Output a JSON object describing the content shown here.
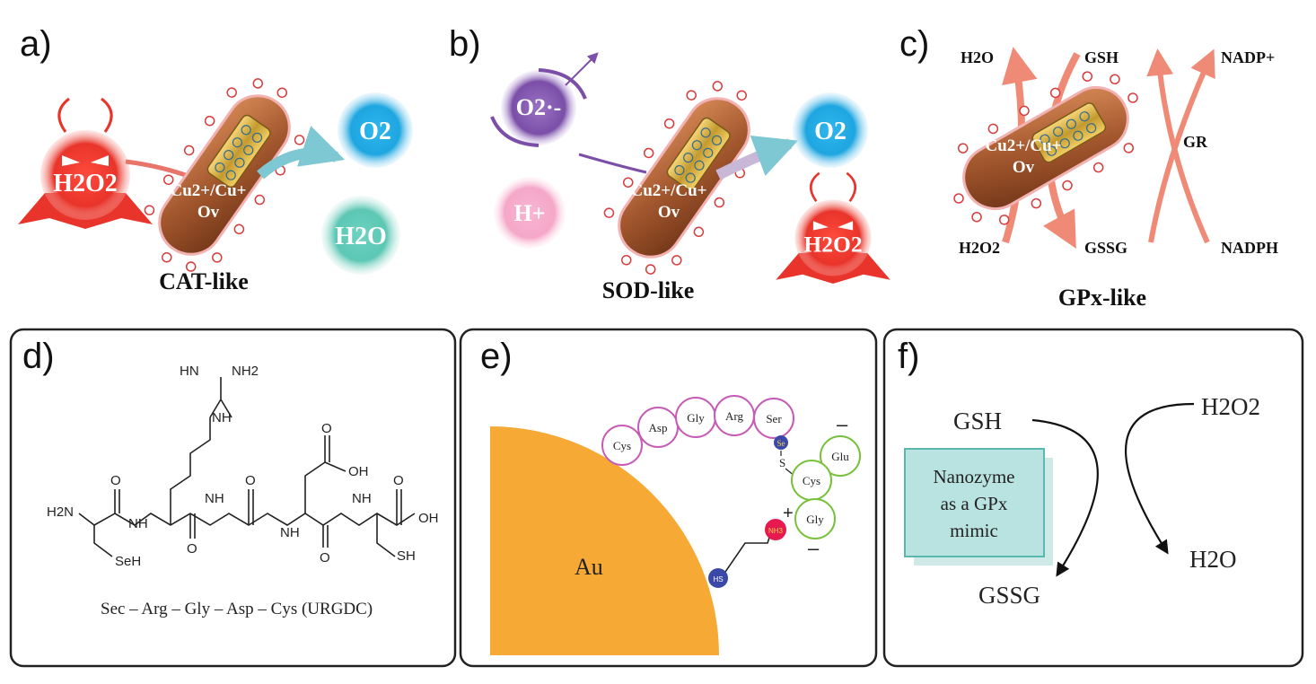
{
  "panels": {
    "a": {
      "label": "a)",
      "title": "CAT-like",
      "reactant": "H2O2",
      "center_line1": "Cu2+/Cu+",
      "center_line2": "Ov",
      "product1": "O2",
      "product2": "H2O"
    },
    "b": {
      "label": "b)",
      "title": "SOD-like",
      "radical": "O2·-",
      "proton": "H+",
      "center_line1": "Cu2+/Cu+",
      "center_line2": "Ov",
      "product1": "O2",
      "product2": "H2O2"
    },
    "c": {
      "label": "c)",
      "title": "GPx-like",
      "top_left": "H2O",
      "top_mid": "GSH",
      "top_right": "NADP+",
      "bot_left": "H2O2",
      "bot_mid": "GSSG",
      "bot_right": "NADPH",
      "enzyme": "GR",
      "center_line1": "Cu2+/Cu+",
      "center_line2": "Ov"
    },
    "d": {
      "label": "d)",
      "caption": "Sec – Arg – Gly – Asp – Cys (URGDC)",
      "atoms": {
        "hn": "HN",
        "nh2_top": "NH2",
        "nh_top": "NH",
        "h2n": "H2N",
        "nh1": "NH",
        "nh2": "NH",
        "nh3": "NH",
        "nh4": "NH",
        "o1": "O",
        "o2": "O",
        "o3": "O",
        "o4": "O",
        "o5": "O",
        "o6": "O",
        "oh1": "OH",
        "oh2": "OH",
        "seh": "SeH",
        "sh": "SH"
      }
    },
    "e": {
      "label": "e)",
      "surface": "Au",
      "residues": [
        "Cys",
        "Asp",
        "Gly",
        "Arg",
        "Ser"
      ],
      "residues2": [
        "Glu",
        "Cys",
        "Gly"
      ],
      "se": "Se",
      "s": "S",
      "nh3": "NH3",
      "hs": "HS",
      "minus1": "–",
      "plus": "+",
      "minus2": "–"
    },
    "f": {
      "label": "f)",
      "gsh": "GSH",
      "h2o2": "H2O2",
      "box_line1": "Nanozyme",
      "box_line2": "as a GPx",
      "box_line3": "mimic",
      "gssg": "GSSG",
      "h2o": "H2O"
    }
  },
  "colors": {
    "red": "#e8342a",
    "blue": "#1fa6e0",
    "teal": "#5cc7b4",
    "purple": "#7b4fa8",
    "pink": "#f5a7c8",
    "gold": "#f6a934",
    "pinkCircle": "#c65bb5",
    "greenCircle": "#79c13c",
    "tealBox": "#b9e3e0"
  }
}
